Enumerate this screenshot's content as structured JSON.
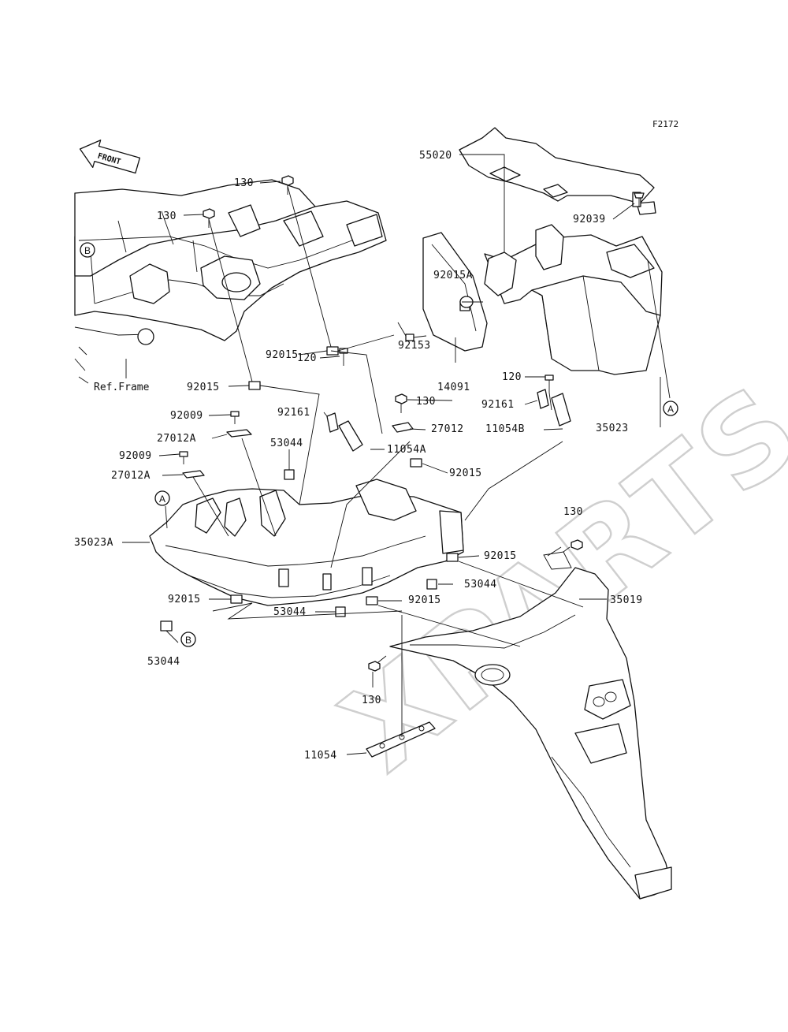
{
  "figure_code": "F2172",
  "watermark": "XPARTS",
  "front_arrow": "FRONT",
  "ref_frame": "Ref.Frame",
  "circle_marks": {
    "a": "A",
    "b": "B"
  },
  "labels": {
    "p130_top": "130",
    "p130_left": "130",
    "p55020": "55020",
    "p92039": "92039",
    "p92015A": "92015A",
    "p92015_top": "92015",
    "p92153": "92153",
    "p14091": "14091",
    "p120_mid": "120",
    "p120_right": "120",
    "p92015_left": "92015",
    "p130_mid": "130",
    "p92161_mid": "92161",
    "p92161_right": "92161",
    "p35023": "35023",
    "p92009_a": "92009",
    "p27012A_a": "27012A",
    "p53044_mid": "53044",
    "p27012": "27012",
    "p11054B": "11054B",
    "p11054A": "11054A",
    "p92009_b": "92009",
    "p92015_mid": "92015",
    "p27012A_b": "27012A",
    "p130_right": "130",
    "p35023A": "35023A",
    "p92015_r": "92015",
    "p53044_r": "53044",
    "p92015_bl": "92015",
    "p92015_bm": "92015",
    "p53044_bm": "53044",
    "p35019": "35019",
    "p53044_bl": "53044",
    "p130_bottom": "130",
    "p11054": "11054"
  }
}
